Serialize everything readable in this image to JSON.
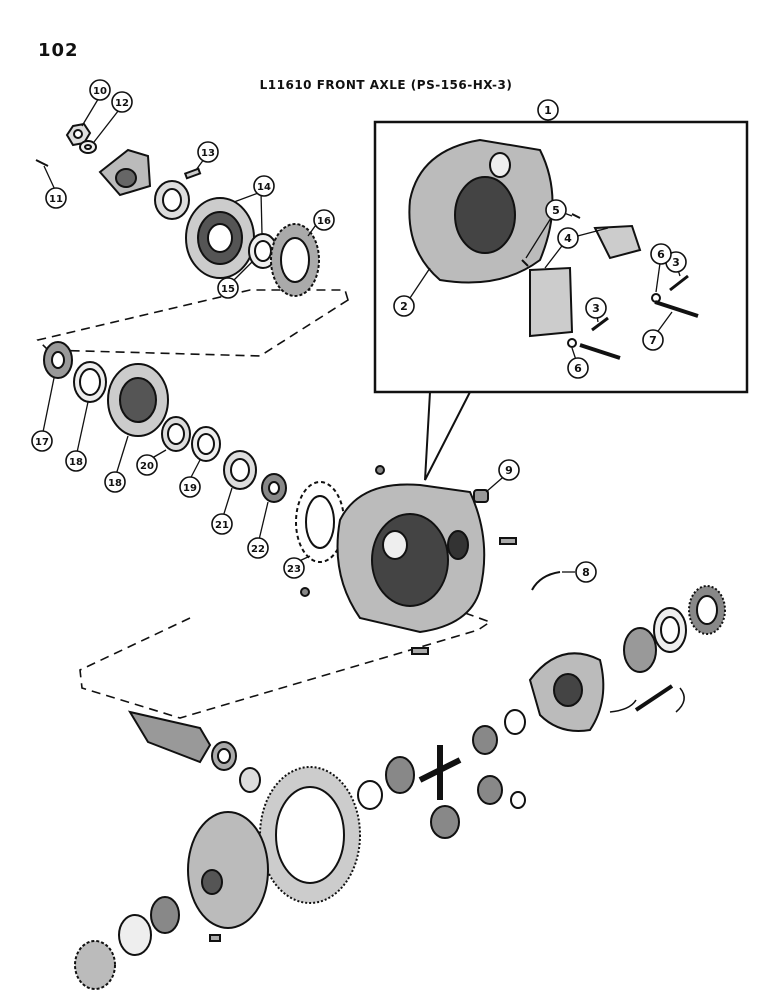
{
  "page": {
    "number": "102",
    "title": "L11610 FRONT AXLE (PS-156-HX-3)"
  },
  "callouts": [
    {
      "id": "c1",
      "label": "1"
    },
    {
      "id": "c2",
      "label": "2"
    },
    {
      "id": "c3a",
      "label": "3"
    },
    {
      "id": "c3b",
      "label": "3"
    },
    {
      "id": "c4",
      "label": "4"
    },
    {
      "id": "c5",
      "label": "5"
    },
    {
      "id": "c6a",
      "label": "6"
    },
    {
      "id": "c6b",
      "label": "6"
    },
    {
      "id": "c7",
      "label": "7"
    },
    {
      "id": "c8",
      "label": "8"
    },
    {
      "id": "c9",
      "label": "9"
    },
    {
      "id": "c10",
      "label": "10"
    },
    {
      "id": "c11",
      "label": "11"
    },
    {
      "id": "c12",
      "label": "12"
    },
    {
      "id": "c13",
      "label": "13"
    },
    {
      "id": "c14",
      "label": "14"
    },
    {
      "id": "c15",
      "label": "15"
    },
    {
      "id": "c16",
      "label": "16"
    },
    {
      "id": "c17",
      "label": "17"
    },
    {
      "id": "c18a",
      "label": "18"
    },
    {
      "id": "c18b",
      "label": "18"
    },
    {
      "id": "c19",
      "label": "19"
    },
    {
      "id": "c20",
      "label": "20"
    },
    {
      "id": "c21",
      "label": "21"
    },
    {
      "id": "c22",
      "label": "22"
    },
    {
      "id": "c23",
      "label": "23"
    }
  ]
}
